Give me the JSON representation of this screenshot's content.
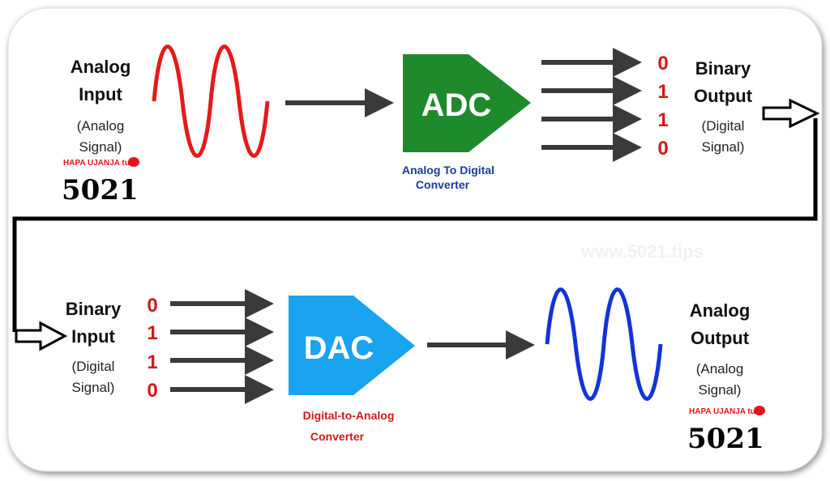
{
  "adc_section": {
    "input_label_1": "Analog",
    "input_label_2": "Input",
    "input_sub_1": "(Analog",
    "input_sub_2": "Signal)",
    "box_label": "ADC",
    "caption_1": "Analog To Digital",
    "caption_2": "Converter",
    "bits": [
      "0",
      "1",
      "1",
      "0"
    ],
    "output_label_1": "Binary",
    "output_label_2": "Output",
    "output_sub_1": "(Digital",
    "output_sub_2": "Signal)"
  },
  "dac_section": {
    "input_label_1": "Binary",
    "input_label_2": "Input",
    "input_sub_1": "(Digital",
    "input_sub_2": "Signal)",
    "bits": [
      "0",
      "1",
      "1",
      "0"
    ],
    "box_label": "DAC",
    "caption_1": "Digital-to-Analog",
    "caption_2": "Converter",
    "output_label_1": "Analog",
    "output_label_2": "Output",
    "output_sub_1": "(Analog",
    "output_sub_2": "Signal)"
  },
  "logo": {
    "tagline": "HAPA UJANJA tu",
    "number": "5021"
  },
  "watermark": "www.5021.tips",
  "colors": {
    "adc": "#1f8a2c",
    "dac": "#1aa3ef",
    "bits": "#d11a1a",
    "analog_in_wave": "#e31b1b",
    "analog_out_wave": "#1433d6",
    "arrow": "#3a3a3a",
    "adc_caption": "#1a3a9c",
    "dac_caption": "#d11a1a"
  }
}
